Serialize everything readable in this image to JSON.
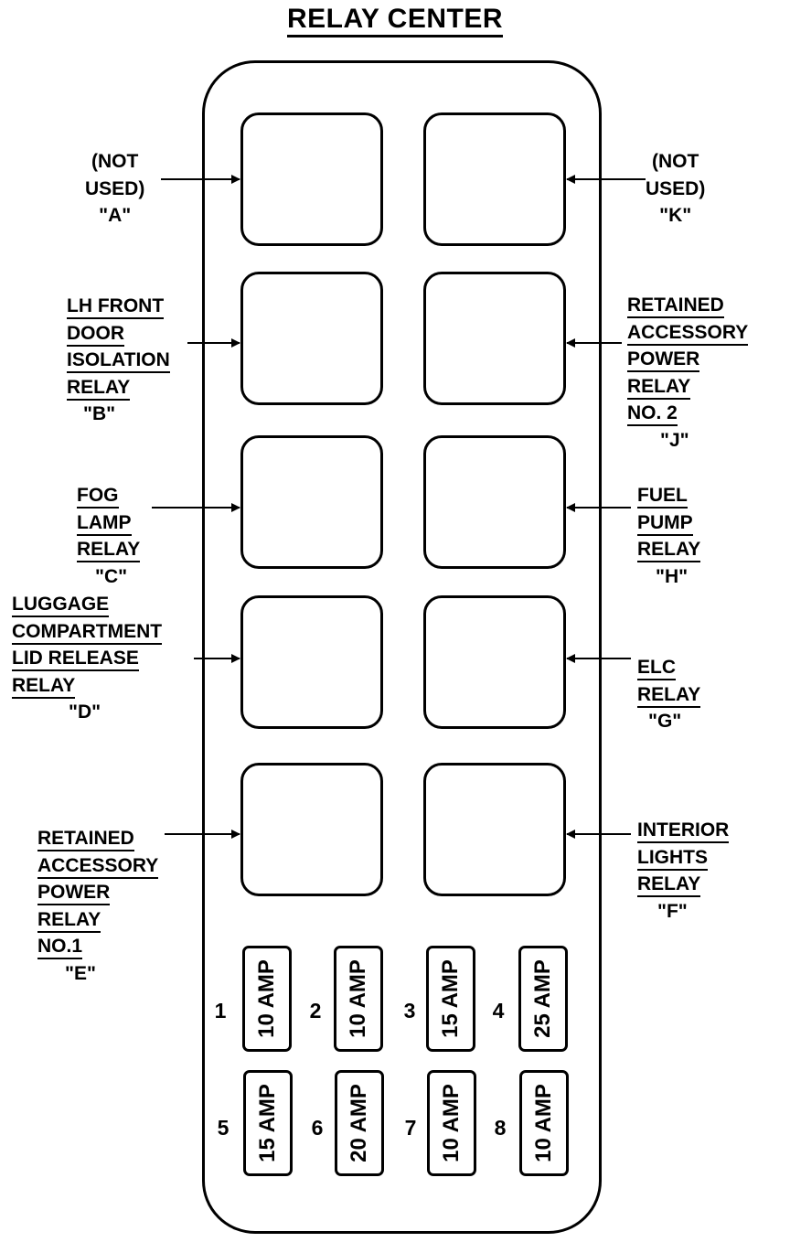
{
  "title": "RELAY CENTER",
  "relays": {
    "a": {
      "lines": [
        "(NOT",
        "USED)"
      ],
      "id": "\"A\""
    },
    "b": {
      "lines": [
        "LH FRONT",
        "DOOR",
        "ISOLATION",
        "RELAY"
      ],
      "id": "\"B\""
    },
    "c": {
      "lines": [
        "FOG",
        "LAMP",
        "RELAY"
      ],
      "id": "\"C\""
    },
    "d": {
      "lines": [
        "LUGGAGE",
        "COMPARTMENT",
        "LID RELEASE",
        "RELAY"
      ],
      "id": "\"D\""
    },
    "e": {
      "lines": [
        "RETAINED",
        "ACCESSORY",
        "POWER",
        "RELAY",
        "NO.1"
      ],
      "id": "\"E\""
    },
    "f": {
      "lines": [
        "INTERIOR",
        "LIGHTS",
        "RELAY"
      ],
      "id": "\"F\""
    },
    "g": {
      "lines": [
        "ELC",
        "RELAY"
      ],
      "id": "\"G\""
    },
    "h": {
      "lines": [
        "FUEL",
        "PUMP",
        "RELAY"
      ],
      "id": "\"H\""
    },
    "j": {
      "lines": [
        "RETAINED",
        "ACCESSORY",
        "POWER",
        "RELAY",
        "NO. 2"
      ],
      "id": "\"J\""
    },
    "k": {
      "lines": [
        "(NOT",
        "USED)"
      ],
      "id": "\"K\""
    }
  },
  "fuses": [
    {
      "number": "1",
      "rating": "10 AMP"
    },
    {
      "number": "2",
      "rating": "10 AMP"
    },
    {
      "number": "3",
      "rating": "15 AMP"
    },
    {
      "number": "4",
      "rating": "25 AMP"
    },
    {
      "number": "5",
      "rating": "15 AMP"
    },
    {
      "number": "6",
      "rating": "20 AMP"
    },
    {
      "number": "7",
      "rating": "10 AMP"
    },
    {
      "number": "8",
      "rating": "10 AMP"
    }
  ]
}
